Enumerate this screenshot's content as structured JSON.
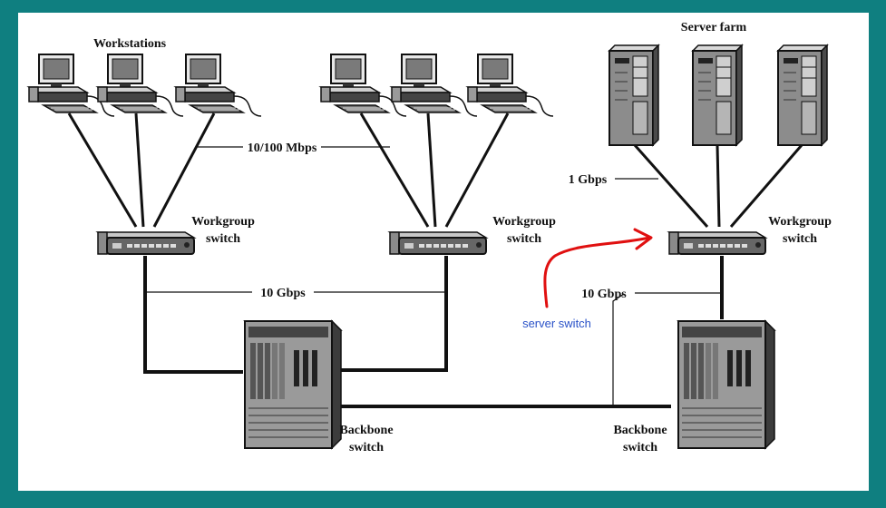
{
  "labels": {
    "workstations": "Workstations",
    "server_farm": "Server farm",
    "link_10_100": "10/100 Mbps",
    "link_1g": "1 Gbps",
    "link_10g_left": "10 Gbps",
    "link_10g_right": "10 Gbps",
    "workgroup_switch_word1": "Workgroup",
    "workgroup_switch_word2": "switch",
    "backbone_switch_word1": "Backbone",
    "backbone_switch_word2": "switch"
  },
  "annotation": {
    "text": "server switch",
    "color": "#e01010"
  },
  "colors": {
    "frame": "#0f7f80",
    "canvas": "#ffffff",
    "line": "#111111",
    "annotation_text": "#2a52c8"
  },
  "icons": {
    "workstation": "desktop-computer-icon",
    "server": "tower-server-icon",
    "workgroup_switch": "network-switch-icon",
    "backbone_switch": "chassis-switch-icon"
  }
}
